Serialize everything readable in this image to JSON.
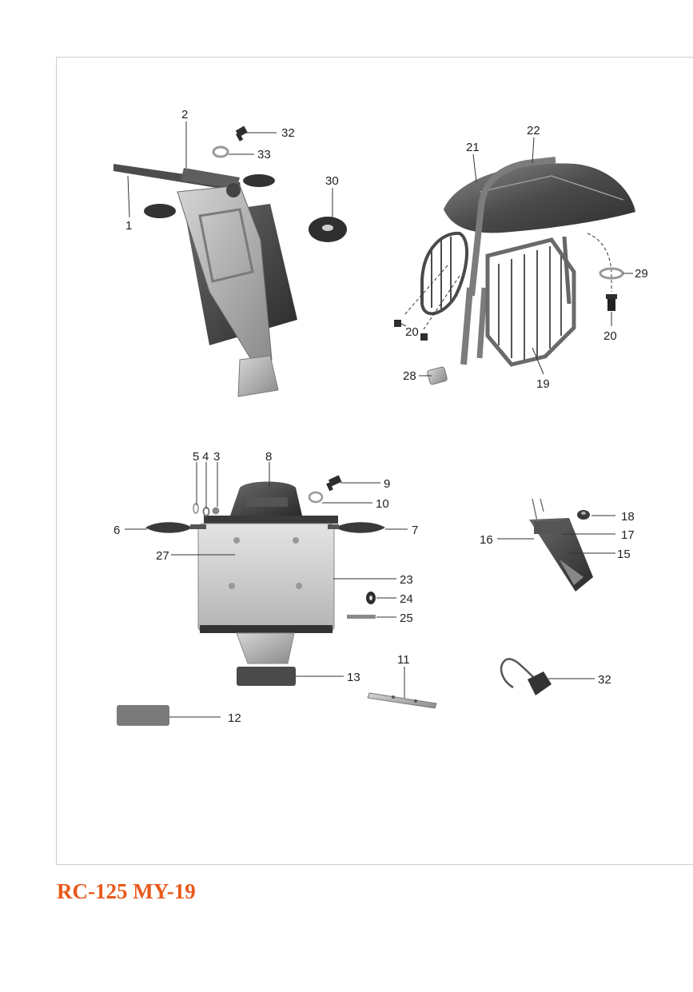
{
  "title": "RC-125 MY-19",
  "colors": {
    "title": "#e85a1b",
    "frame": "#cfcfcf",
    "part_dark": "#3a3a3a",
    "part_mid": "#7a7a7a",
    "part_light": "#b9b9b9"
  },
  "callouts": {
    "n1": "1",
    "n2": "2",
    "n3": "3",
    "n4": "4",
    "n5": "5",
    "n6": "6",
    "n7": "7",
    "n8": "8",
    "n9": "9",
    "n10": "10",
    "n11": "11",
    "n12": "12",
    "n13": "13",
    "n15": "15",
    "n16": "16",
    "n17": "17",
    "n18": "18",
    "n19": "19",
    "n20a": "20",
    "n20b": "20",
    "n21": "21",
    "n22": "22",
    "n23": "23",
    "n24": "24",
    "n25": "25",
    "n27": "27",
    "n28": "28",
    "n29": "29",
    "n30": "30",
    "n32a": "32",
    "n32b": "32",
    "n33": "33"
  },
  "icons": [
    "license-plate-holder-assembly",
    "rear-fender-with-guards",
    "rear-light-plate-assembly",
    "license-light-housing",
    "bracket-hook"
  ]
}
